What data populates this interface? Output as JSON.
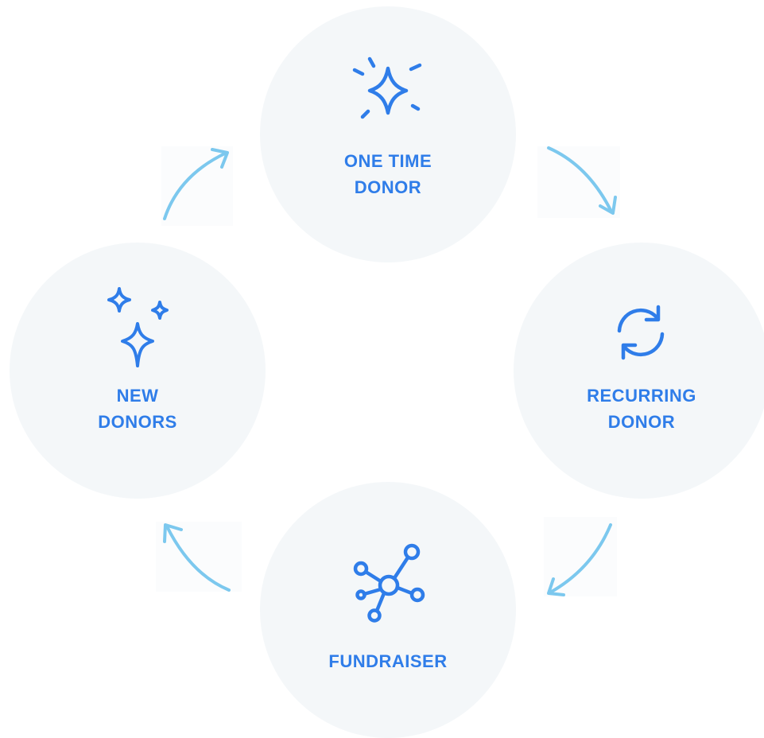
{
  "colors": {
    "node_fill": "#f4f7f9",
    "label": "#2f7de9",
    "icon": "#2f7de9",
    "arrow": "#7cc8ee"
  },
  "nodes": {
    "one_time": {
      "label": "ONE TIME\nDONOR",
      "icon": "sparkle-icon"
    },
    "recurring": {
      "label": "RECURRING\nDONOR",
      "icon": "refresh-cycle-icon"
    },
    "fundraiser": {
      "label": "FUNDRAISER",
      "icon": "network-hub-icon"
    },
    "new": {
      "label": "NEW\nDONORS",
      "icon": "sparkles-icon"
    }
  },
  "edges": [
    {
      "from": "NEW DONORS",
      "to": "ONE TIME DONOR"
    },
    {
      "from": "ONE TIME DONOR",
      "to": "RECURRING DONOR"
    },
    {
      "from": "RECURRING DONOR",
      "to": "FUNDRAISER"
    },
    {
      "from": "FUNDRAISER",
      "to": "NEW DONORS"
    }
  ]
}
